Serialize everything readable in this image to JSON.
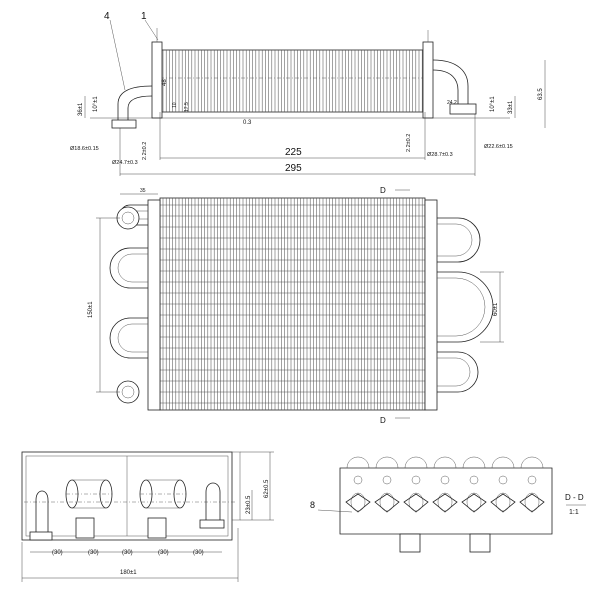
{
  "labels": {
    "callout_4": "4",
    "callout_1": "1",
    "callout_8": "8"
  },
  "dimensions": {
    "d225": "225",
    "d295": "295",
    "d48": "48",
    "d63_5": "63.5",
    "d36": "36±1",
    "d33": "33±1",
    "d10": "10",
    "d17_5": "17.5",
    "d0_3": "0.3",
    "d24_2": "24.2",
    "d2_2_left": "2.2±0.2",
    "d2_2_right": "2.2±0.2",
    "dia_left_inner": "Ø18.6±0.15",
    "dia_left_outer": "Ø24.7±0.3",
    "dia_right_outer": "Ø28.7±0.3",
    "dia_right_inner": "Ø22.6±0.15",
    "angle_left": "10°±1",
    "angle_right": "10°±1",
    "d35": "35",
    "d150": "150±1",
    "d60": "60±1",
    "d62": "62±0.5",
    "d23": "23±0.5",
    "d180": "180±1",
    "gap_30": "(30)",
    "section_letter_top": "D",
    "section_letter_bottom": "D",
    "section_title": "D - D",
    "scale": "1:1"
  }
}
